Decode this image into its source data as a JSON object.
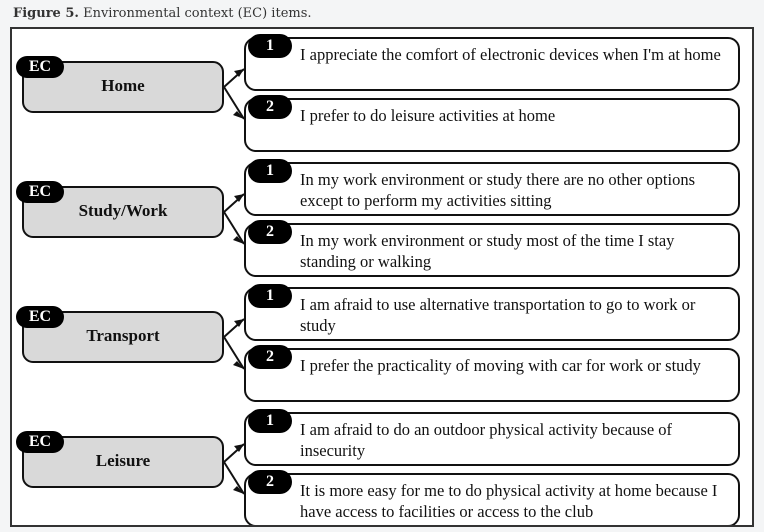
{
  "caption": {
    "label": "Figure 5.",
    "text": "Environmental context (EC) items."
  },
  "groups": [
    {
      "badge": "EC",
      "label": "Home",
      "items": [
        {
          "num": "1",
          "text": "I appreciate the comfort of electronic devices when I'm at home"
        },
        {
          "num": "2",
          "text": "I prefer to do leisure activities at home"
        }
      ]
    },
    {
      "badge": "EC",
      "label": "Study/Work",
      "items": [
        {
          "num": "1",
          "text": "In my work environment or study there are no other options except to perform my activities sitting"
        },
        {
          "num": "2",
          "text": "In my work environment or study most of the time I stay standing or walking"
        }
      ]
    },
    {
      "badge": "EC",
      "label": "Transport",
      "items": [
        {
          "num": "1",
          "text": "I am afraid to use alternative transportation to go to work or study"
        },
        {
          "num": "2",
          "text": "I prefer the practicality of moving with car for work or study"
        }
      ]
    },
    {
      "badge": "EC",
      "label": "Leisure",
      "items": [
        {
          "num": "1",
          "text": "I am afraid to do an outdoor physical activity because of insecurity"
        },
        {
          "num": "2",
          "text": "It is more easy for me to do physical activity at home because I have access to facilities or access to the club"
        }
      ]
    }
  ]
}
